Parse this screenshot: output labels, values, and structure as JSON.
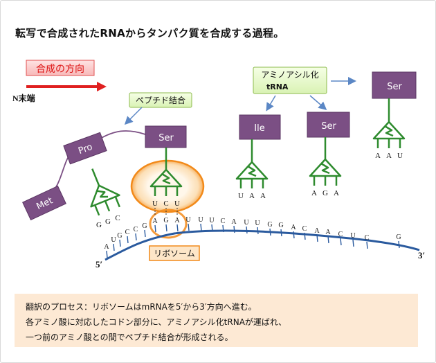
{
  "title": "転写で合成されたRNAからタンパク質を合成する過程。",
  "direction_label": "合成の方向",
  "n_terminal": "N末端",
  "peptide_bond": "ペプチド結合",
  "aa_trna": [
    "アミノアシル化",
    "tRNA"
  ],
  "ribosome": "リボソーム",
  "end5": "5′",
  "end3": "3′",
  "amino_acids": {
    "met": "Met",
    "pro": "Pro",
    "ser1": "Ser",
    "ile": "Ile",
    "ser2": "Ser",
    "ser3": "Ser"
  },
  "anticodons": {
    "pro": [
      "G",
      "G",
      "C"
    ],
    "ser1": [
      "U",
      "C",
      "U"
    ],
    "ile": [
      "U",
      "A",
      "A"
    ],
    "ser2": [
      "A",
      "G",
      "A"
    ],
    "ser3": [
      "A",
      "A",
      "U"
    ]
  },
  "mrna": [
    "A",
    "U",
    "G",
    "C",
    "C",
    "G",
    "A",
    "G",
    "A",
    "U",
    "U",
    "U",
    "C",
    "A",
    "U",
    "U",
    "G",
    "G",
    "A",
    "C",
    "A",
    "A",
    "C",
    "U",
    "C",
    "G"
  ],
  "caption": [
    "翻訳のプロセス：リボソームはmRNAを5′から3′方向へ進む。",
    "各アミノ酸に対応したコドン部分に、アミノアシル化tRNAが運ばれ、",
    "一つ前のアミノ酸との間でペプチド結合が形成される。"
  ],
  "colors": {
    "aa_box": "#7b4f84",
    "trna": "#2e8b2e",
    "mrna": "#2a5a9e",
    "arrow": "#e02020",
    "glow": "#f28a1a",
    "pointer": "#5b87c5"
  }
}
